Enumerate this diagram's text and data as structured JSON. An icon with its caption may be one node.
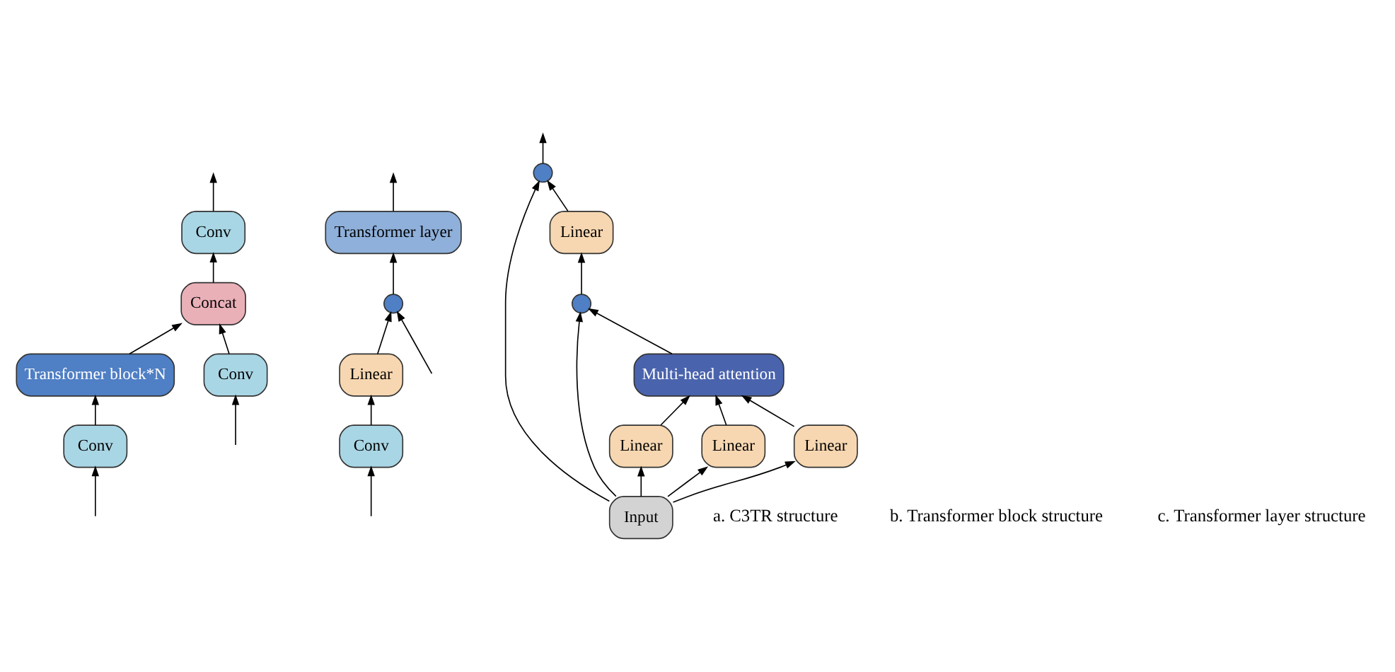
{
  "diagram": {
    "nodes": [
      {
        "text": [
          "Conv"
        ]
      },
      {
        "text": [
          "Concat"
        ]
      },
      {
        "text": [
          "Transformer block*N"
        ]
      },
      {
        "text": [
          "Conv"
        ]
      },
      {
        "text": [
          "Conv"
        ]
      },
      {
        "text": [
          "Transformer layer"
        ]
      },
      {
        "text": [],
        "shape": "circle"
      },
      {
        "text": [
          "Linear"
        ]
      },
      {
        "text": [
          "Conv"
        ]
      },
      {
        "text": [],
        "shape": "circle"
      },
      {
        "text": [
          "Linear"
        ]
      },
      {
        "text": [],
        "shape": "circle"
      },
      {
        "text": [
          "Multi-head attention"
        ]
      },
      {
        "text": [
          "Linear"
        ]
      },
      {
        "text": [
          "Linear"
        ]
      },
      {
        "text": [
          "Linear"
        ]
      },
      {
        "text": [
          "Input"
        ]
      }
    ],
    "edges": [
      {
        "from": null,
        "to": 3,
        "arrow": "to"
      },
      {
        "from": null,
        "to": 4,
        "arrow": "to"
      },
      {
        "from": 3,
        "to": 2,
        "arrow": "to"
      },
      {
        "from": 2,
        "to": 1,
        "arrow": "to"
      },
      {
        "from": 4,
        "to": 1,
        "arrow": "to"
      },
      {
        "from": 1,
        "to": 0,
        "arrow": "to"
      },
      {
        "from": 0,
        "to": null,
        "arrow": "to"
      },
      {
        "from": null,
        "to": 8,
        "arrow": "to"
      },
      {
        "from": null,
        "to": 6,
        "arrow": "to"
      },
      {
        "from": 8,
        "to": 7,
        "arrow": "to"
      },
      {
        "from": 7,
        "to": 6,
        "arrow": "to"
      },
      {
        "from": 6,
        "to": 5,
        "arrow": "to"
      },
      {
        "from": 5,
        "to": null,
        "arrow": "to"
      },
      {
        "from": 16,
        "to": 13,
        "arrow": "to"
      },
      {
        "from": 16,
        "to": 14,
        "arrow": "to"
      },
      {
        "from": 16,
        "to": 15,
        "arrow": "to"
      },
      {
        "from": 13,
        "to": 12,
        "arrow": "to"
      },
      {
        "from": 14,
        "to": 12,
        "arrow": "to"
      },
      {
        "from": 15,
        "to": 12,
        "arrow": "to"
      },
      {
        "from": 12,
        "to": 11,
        "arrow": "to"
      },
      {
        "from": 11,
        "to": 10,
        "arrow": "to"
      },
      {
        "from": 10,
        "to": 9,
        "arrow": "to"
      },
      {
        "from": 9,
        "to": null,
        "arrow": "to"
      },
      {
        "from": 16,
        "to": 9,
        "arrow": "to"
      },
      {
        "from": 16,
        "to": 11,
        "arrow": "to"
      }
    ],
    "labels": [
      "a. C3TR structure",
      "b. Transformer block structure",
      "c. Transformer layer structure"
    ]
  }
}
